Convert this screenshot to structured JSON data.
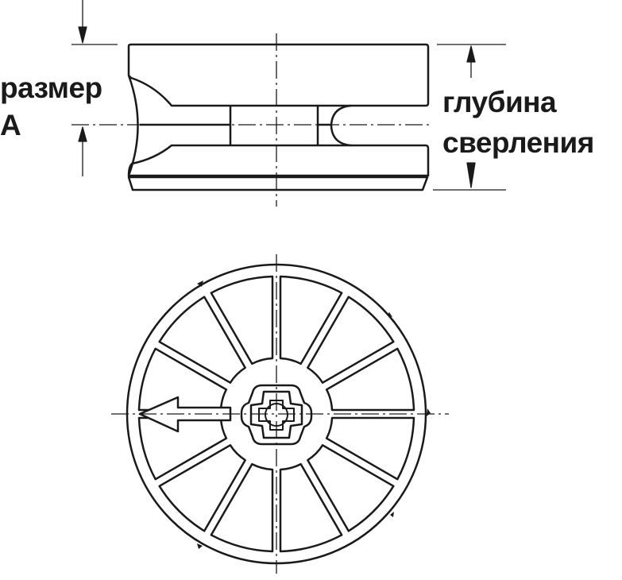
{
  "labels": {
    "size_a_line1": "размер",
    "size_a_line2": "А",
    "depth_line1": "глубина",
    "depth_line2": "сверления"
  },
  "segments_count": 12,
  "colors": {
    "stroke": "#1a1a1a",
    "background": "#ffffff"
  }
}
